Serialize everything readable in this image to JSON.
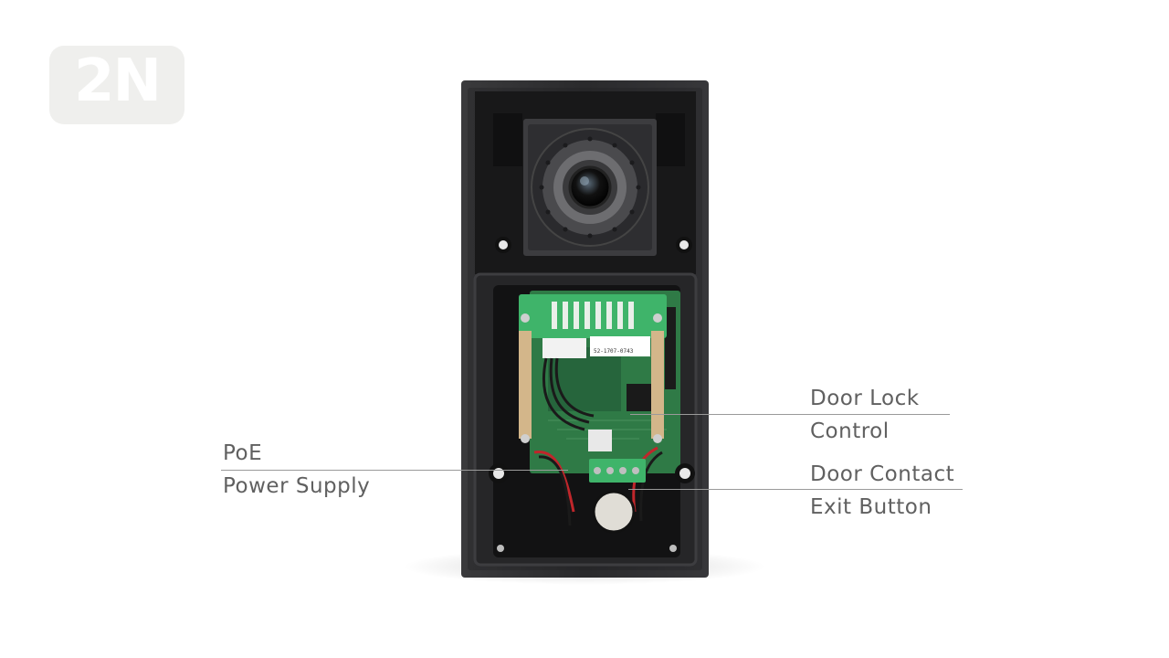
{
  "logo": {
    "text": "2N"
  },
  "device": {
    "label_code": "52-1707-0743"
  },
  "callouts": {
    "poe": {
      "line1": "PoE",
      "line2": "Power Supply"
    },
    "door_lock": {
      "line1": "Door Lock",
      "line2": "Control"
    },
    "door_contact": {
      "line1": "Door Contact",
      "line2": "Exit Button"
    }
  },
  "colors": {
    "housing": "#2b2b2d",
    "pcb": "#2f7a46",
    "connector": "#3fb46a",
    "text": "#606060",
    "leader": "#9a9a9a"
  }
}
